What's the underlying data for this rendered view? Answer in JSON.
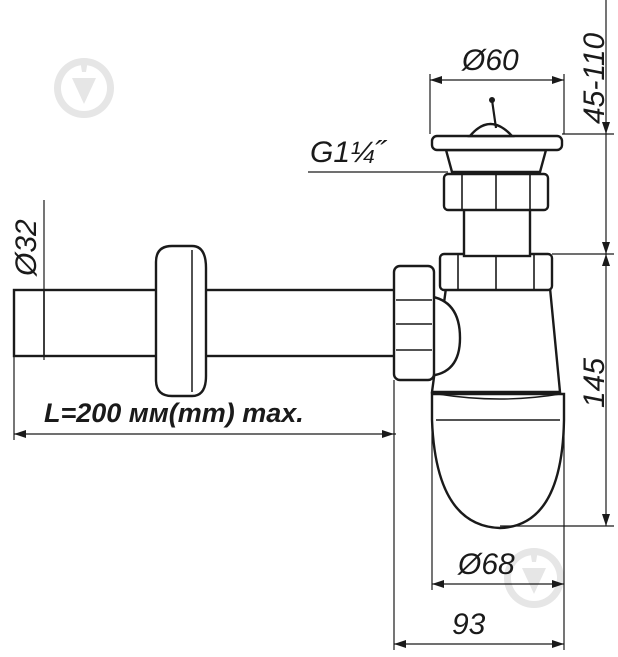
{
  "dimensions": {
    "strainer_diameter": "Ø60",
    "thread": "G1¼˝",
    "outlet_diameter": "Ø32",
    "length": "L=200 мм(mm) max.",
    "height_adjust": "45-110",
    "height": "145",
    "bottle_diameter": "Ø68",
    "depth": "93"
  },
  "colors": {
    "line": "#1a1a1a",
    "background": "#ffffff",
    "watermark": "#e6e6e6"
  },
  "watermark_icon": "store-logo-icon"
}
